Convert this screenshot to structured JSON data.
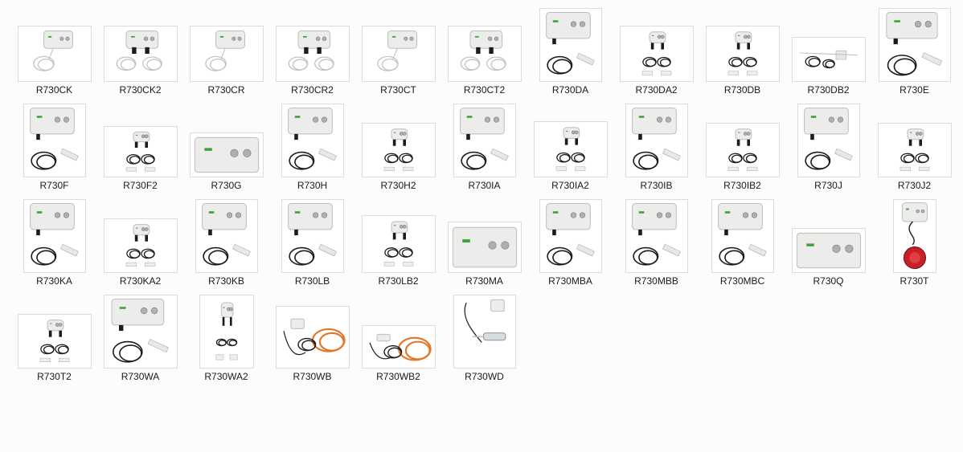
{
  "view": "large-icons",
  "colors": {
    "background": "#fcfcfc",
    "thumb_border": "#dcdcdc",
    "housing": "#ececea",
    "housing_stroke": "#bdbdbd",
    "cable": "#1c1c1c",
    "probe": "#bfbfbf",
    "orange_cable": "#e2782a",
    "red_part": "#c8202a",
    "logo_green": "#3aa23a"
  },
  "rows": [
    [
      {
        "name": "R730CK",
        "icon": "device-wire-thumbnail-icon"
      },
      {
        "name": "R730CK2",
        "icon": "device-two-wire-thumbnail-icon"
      },
      {
        "name": "R730CR",
        "icon": "device-wire-thumbnail-icon"
      },
      {
        "name": "R730CR2",
        "icon": "device-two-wire-thumbnail-icon"
      },
      {
        "name": "R730CT",
        "icon": "device-wire-thumbnail-icon"
      },
      {
        "name": "R730CT2",
        "icon": "device-two-wire-thumbnail-icon"
      },
      {
        "name": "R730DA",
        "icon": "device-cable-thumbnail-icon"
      },
      {
        "name": "R730DA2",
        "icon": "device-two-cable-thumbnail-icon"
      },
      {
        "name": "R730DB",
        "icon": "device-two-cable-thumbnail-icon"
      },
      {
        "name": "R730DB2",
        "icon": "device-loose-parts-thumbnail-icon"
      },
      {
        "name": "R730E",
        "icon": "device-cable-thumbnail-icon"
      }
    ],
    [
      {
        "name": "R730F",
        "icon": "device-cable-thumbnail-icon"
      },
      {
        "name": "R730F2",
        "icon": "device-two-cable-thumbnail-icon"
      },
      {
        "name": "R730G",
        "icon": "device-box-thumbnail-icon"
      },
      {
        "name": "R730H",
        "icon": "device-cable-thumbnail-icon"
      },
      {
        "name": "R730H2",
        "icon": "device-two-cable-thumbnail-icon"
      },
      {
        "name": "R730IA",
        "icon": "device-cable-thumbnail-icon"
      },
      {
        "name": "R730IA2",
        "icon": "device-two-cable-thumbnail-icon"
      },
      {
        "name": "R730IB",
        "icon": "device-cable-thumbnail-icon"
      },
      {
        "name": "R730IB2",
        "icon": "device-two-cable-thumbnail-icon"
      },
      {
        "name": "R730J",
        "icon": "device-cable-thumbnail-icon"
      },
      {
        "name": "R730J2",
        "icon": "device-two-cable-thumbnail-icon"
      }
    ],
    [
      {
        "name": "R730KA",
        "icon": "device-cable-thumbnail-icon"
      },
      {
        "name": "R730KA2",
        "icon": "device-two-cable-thumbnail-icon"
      },
      {
        "name": "R730KB",
        "icon": "device-cable-thumbnail-icon"
      },
      {
        "name": "R730LB",
        "icon": "device-cable-thumbnail-icon"
      },
      {
        "name": "R730LB2",
        "icon": "device-two-cable-thumbnail-icon"
      },
      {
        "name": "R730MA",
        "icon": "device-box-thumbnail-icon"
      },
      {
        "name": "R730MBA",
        "icon": "device-cable-thumbnail-icon"
      },
      {
        "name": "R730MBB",
        "icon": "device-cable-thumbnail-icon"
      },
      {
        "name": "R730MBC",
        "icon": "device-cable-thumbnail-icon"
      },
      {
        "name": "R730Q",
        "icon": "device-box-thumbnail-icon"
      },
      {
        "name": "R730T",
        "icon": "device-button-thumbnail-icon"
      }
    ],
    [
      {
        "name": "R730T2",
        "icon": "device-two-cable-thumbnail-icon"
      },
      {
        "name": "R730WA",
        "icon": "device-cable-thumbnail-icon"
      },
      {
        "name": "R730WA2",
        "icon": "device-two-cable-thumbnail-icon"
      },
      {
        "name": "R730WB",
        "icon": "device-orange-cable-thumbnail-icon"
      },
      {
        "name": "R730WB2",
        "icon": "device-orange-cable-thumbnail-icon"
      },
      {
        "name": "R730WD",
        "icon": "device-probe-thumbnail-icon"
      }
    ]
  ]
}
